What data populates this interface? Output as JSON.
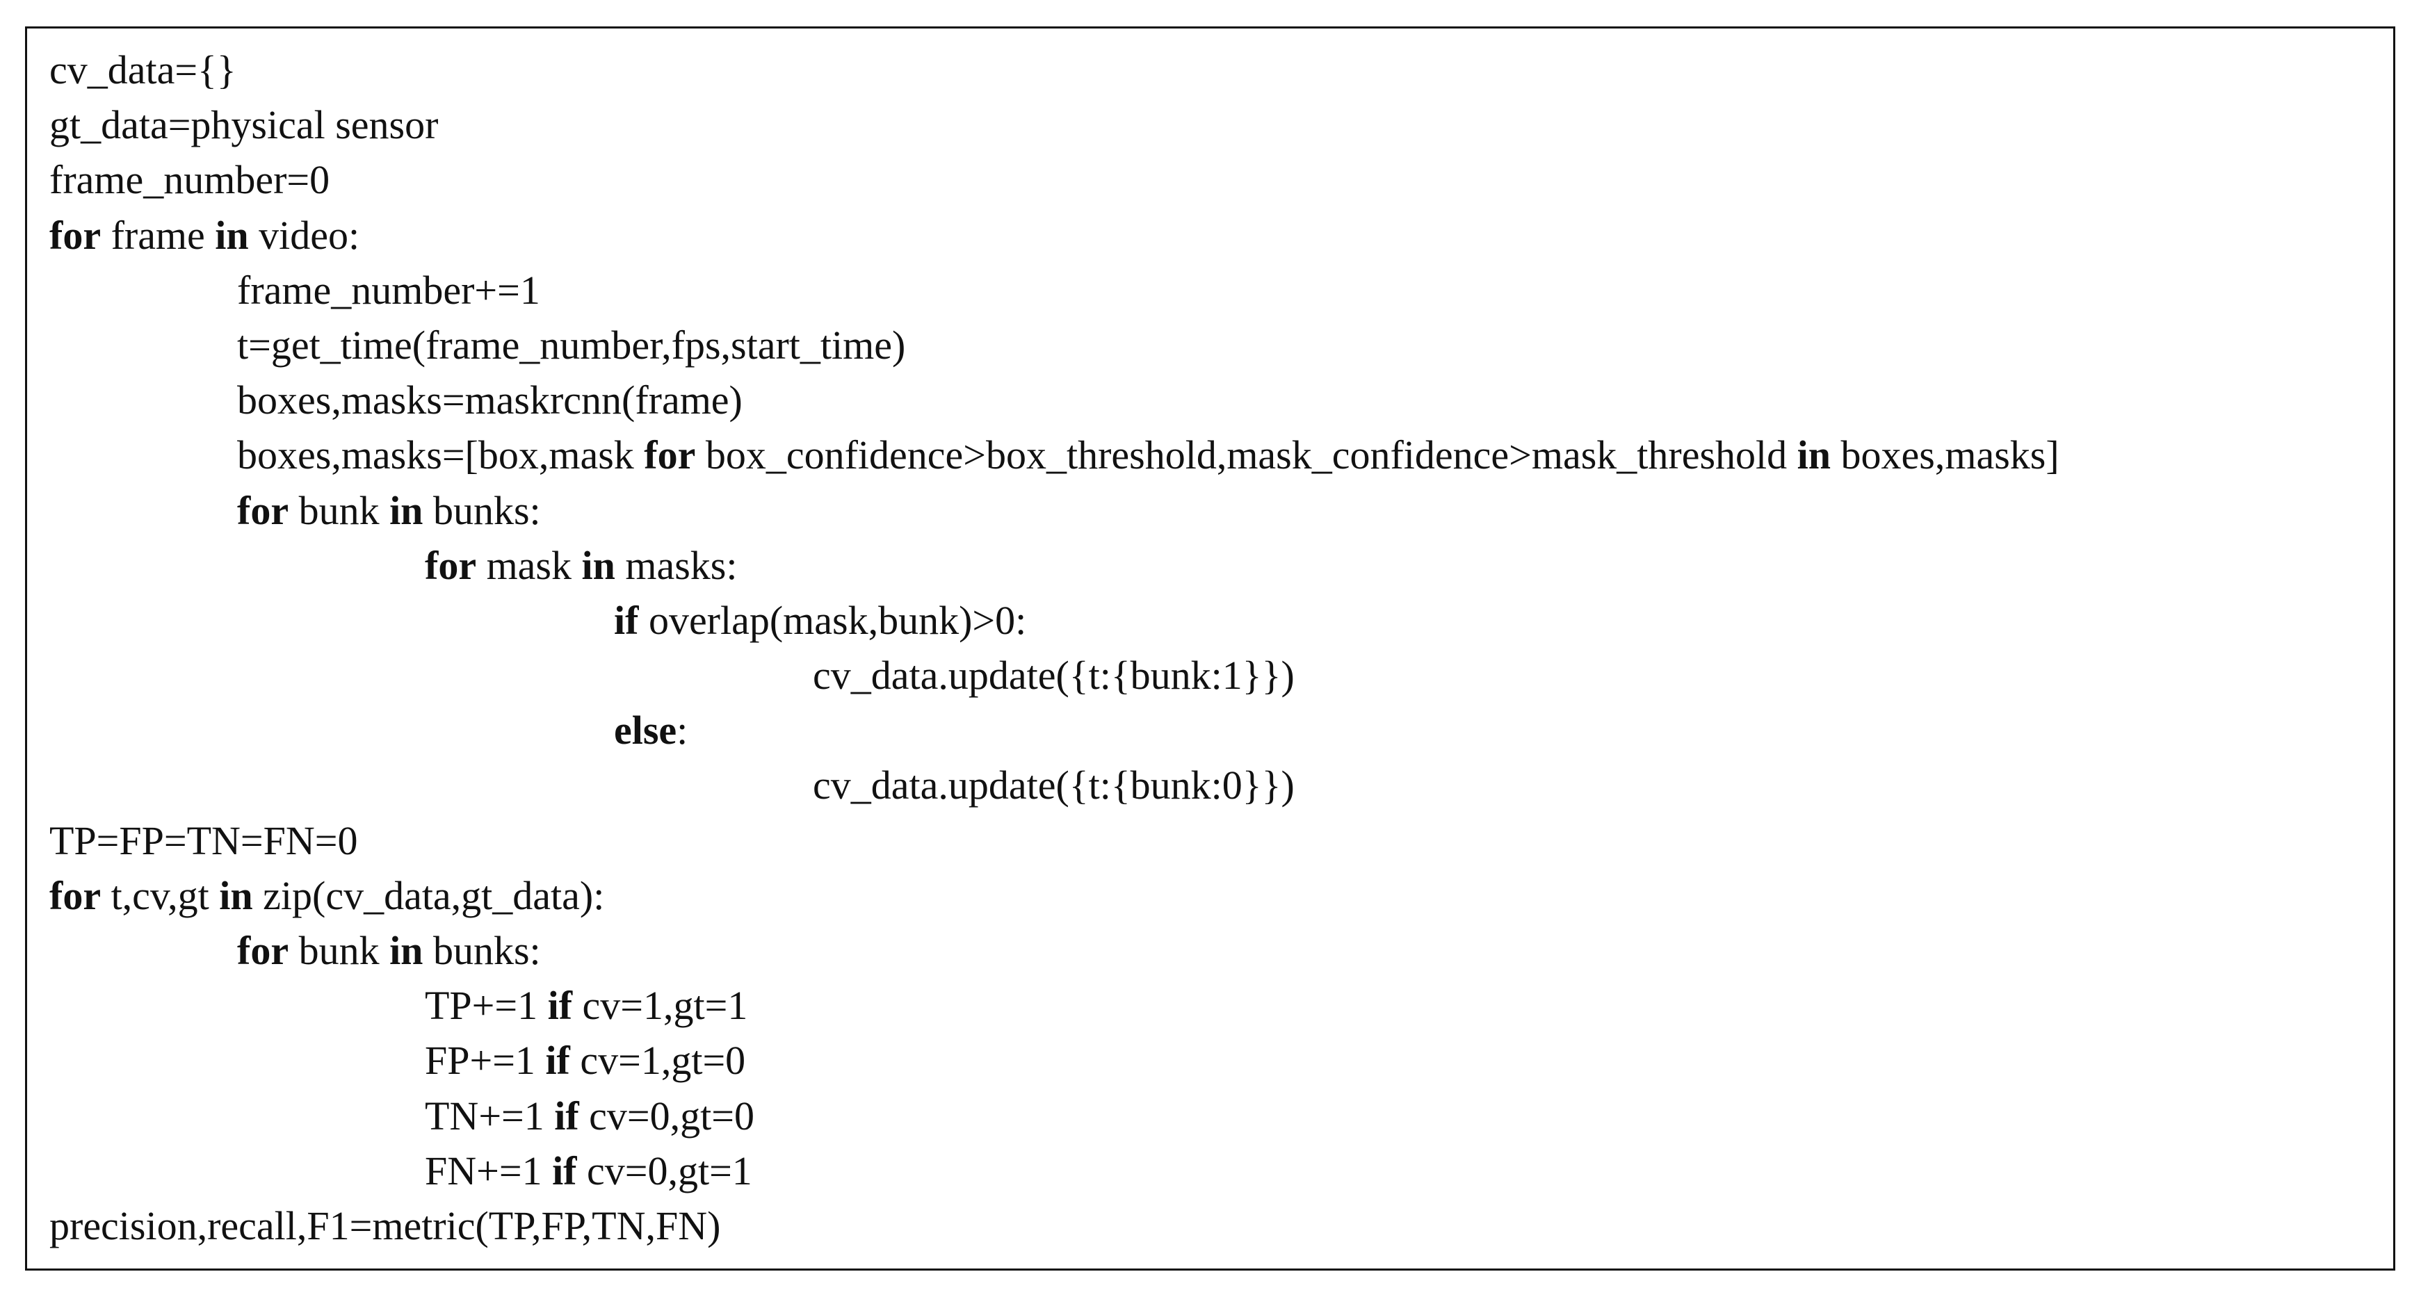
{
  "pseudocode": {
    "lines": [
      {
        "indent": 0,
        "tokens": [
          {
            "t": "cv_data={}"
          }
        ]
      },
      {
        "indent": 0,
        "tokens": [
          {
            "t": "gt_data=physical sensor"
          }
        ]
      },
      {
        "indent": 0,
        "tokens": [
          {
            "t": "frame_number=0"
          }
        ]
      },
      {
        "indent": 0,
        "tokens": [
          {
            "t": "for",
            "kw": true
          },
          {
            "t": " frame "
          },
          {
            "t": "in",
            "kw": true
          },
          {
            "t": " video:"
          }
        ]
      },
      {
        "indent": 1,
        "tokens": [
          {
            "t": "frame_number+=1"
          }
        ]
      },
      {
        "indent": 1,
        "tokens": [
          {
            "t": "t=get_time(frame_number,fps,start_time)"
          }
        ]
      },
      {
        "indent": 1,
        "tokens": [
          {
            "t": "boxes,masks=maskrcnn(frame)"
          }
        ]
      },
      {
        "indent": 1,
        "tokens": [
          {
            "t": "boxes,masks=[box,mask "
          },
          {
            "t": "for",
            "kw": true
          },
          {
            "t": " box_confidence>box_threshold,mask_confidence>mask_threshold "
          },
          {
            "t": "in",
            "kw": true
          },
          {
            "t": " boxes,masks]"
          }
        ]
      },
      {
        "indent": 1,
        "tokens": [
          {
            "t": "for",
            "kw": true
          },
          {
            "t": " bunk "
          },
          {
            "t": "in",
            "kw": true
          },
          {
            "t": " bunks:"
          }
        ]
      },
      {
        "indent": 2,
        "tokens": [
          {
            "t": "for",
            "kw": true
          },
          {
            "t": " mask "
          },
          {
            "t": "in",
            "kw": true
          },
          {
            "t": " masks:"
          }
        ]
      },
      {
        "indent": 3,
        "tokens": [
          {
            "t": "if",
            "kw": true
          },
          {
            "t": " overlap(mask,bunk)>0:"
          }
        ]
      },
      {
        "indent": 4,
        "tokens": [
          {
            "t": "cv_data.update({t:{bunk:1}})"
          }
        ]
      },
      {
        "indent": 3,
        "tokens": [
          {
            "t": "else",
            "kw": true
          },
          {
            "t": ":"
          }
        ]
      },
      {
        "indent": 4,
        "tokens": [
          {
            "t": "cv_data.update({t:{bunk:0}})"
          }
        ]
      },
      {
        "indent": 0,
        "tokens": [
          {
            "t": "TP=FP=TN=FN=0"
          }
        ]
      },
      {
        "indent": 0,
        "tokens": [
          {
            "t": "for",
            "kw": true
          },
          {
            "t": " t,cv,gt "
          },
          {
            "t": "in",
            "kw": true
          },
          {
            "t": " zip(cv_data,gt_data):"
          }
        ]
      },
      {
        "indent": 1,
        "tokens": [
          {
            "t": "for",
            "kw": true
          },
          {
            "t": " bunk "
          },
          {
            "t": "in",
            "kw": true
          },
          {
            "t": " bunks:"
          }
        ]
      },
      {
        "indent": 2,
        "tokens": [
          {
            "t": "TP+=1 "
          },
          {
            "t": "if",
            "kw": true
          },
          {
            "t": " cv=1,gt=1"
          }
        ]
      },
      {
        "indent": 2,
        "tokens": [
          {
            "t": "FP+=1 "
          },
          {
            "t": "if",
            "kw": true
          },
          {
            "t": " cv=1,gt=0"
          }
        ]
      },
      {
        "indent": 2,
        "tokens": [
          {
            "t": "TN+=1 "
          },
          {
            "t": "if",
            "kw": true
          },
          {
            "t": " cv=0,gt=0"
          }
        ]
      },
      {
        "indent": 2,
        "tokens": [
          {
            "t": "FN+=1 "
          },
          {
            "t": "if",
            "kw": true
          },
          {
            "t": " cv=0,gt=1"
          }
        ]
      },
      {
        "indent": 0,
        "tokens": [
          {
            "t": "precision,recall,F1=metric(TP,FP,TN,FN)"
          }
        ]
      }
    ]
  }
}
